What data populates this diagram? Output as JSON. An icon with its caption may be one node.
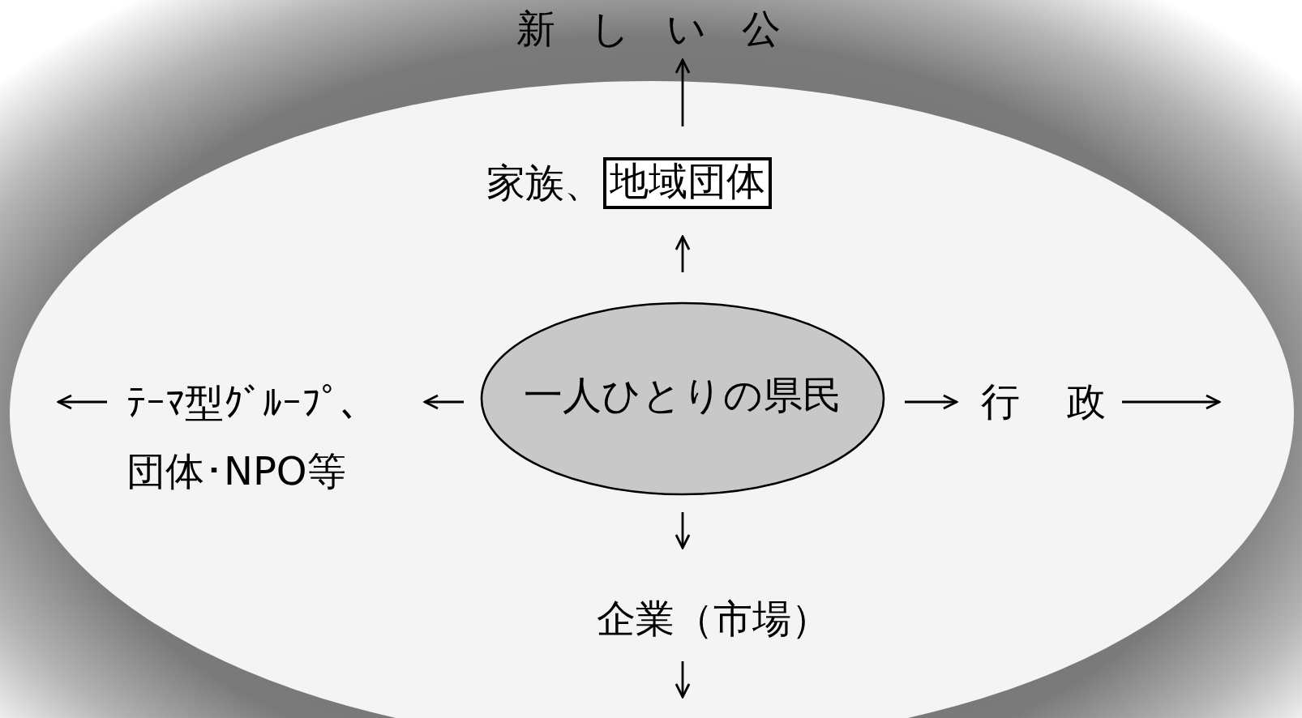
{
  "diagram": {
    "nodes": [
      {
        "text": [
          "新しい公"
        ]
      },
      {
        "text": [],
        "shape": "ellipse"
      },
      {
        "text": [
          "一人ひとりの県民"
        ],
        "in": 1
      },
      {
        "text": [
          "家族、",
          "地域団体"
        ],
        "in": 1
      },
      {
        "text": [
          "ﾃｰﾏ型ｸﾞﾙｰﾌﾟ、団体･NPO等"
        ],
        "in": 1
      },
      {
        "text": [
          "行政"
        ],
        "in": 1
      },
      {
        "text": [
          "企業（市場）"
        ],
        "in": 1
      }
    ],
    "edges": [
      {
        "from": 2,
        "to": 3,
        "arrow": "to"
      },
      {
        "from": 3,
        "to": 0,
        "arrow": "to"
      },
      {
        "from": 2,
        "to": 4,
        "arrow": "to"
      },
      {
        "from": 4,
        "to": null,
        "arrow": "to"
      },
      {
        "from": 2,
        "to": 5,
        "arrow": "to"
      },
      {
        "from": 5,
        "to": null,
        "arrow": "to"
      },
      {
        "from": 2,
        "to": 6,
        "arrow": "to"
      },
      {
        "from": 6,
        "to": null,
        "arrow": "to"
      }
    ]
  }
}
